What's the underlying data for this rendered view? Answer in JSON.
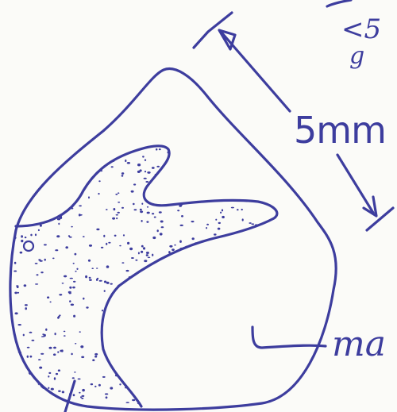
{
  "diagram": {
    "ink_color": "#3d3d9e",
    "paper_color": "#fbfbf8",
    "dimension_label": "5mm",
    "callout_label": "ma",
    "top_fragment_1": "<5",
    "top_fragment_2": "g",
    "stipple_density": 650
  }
}
